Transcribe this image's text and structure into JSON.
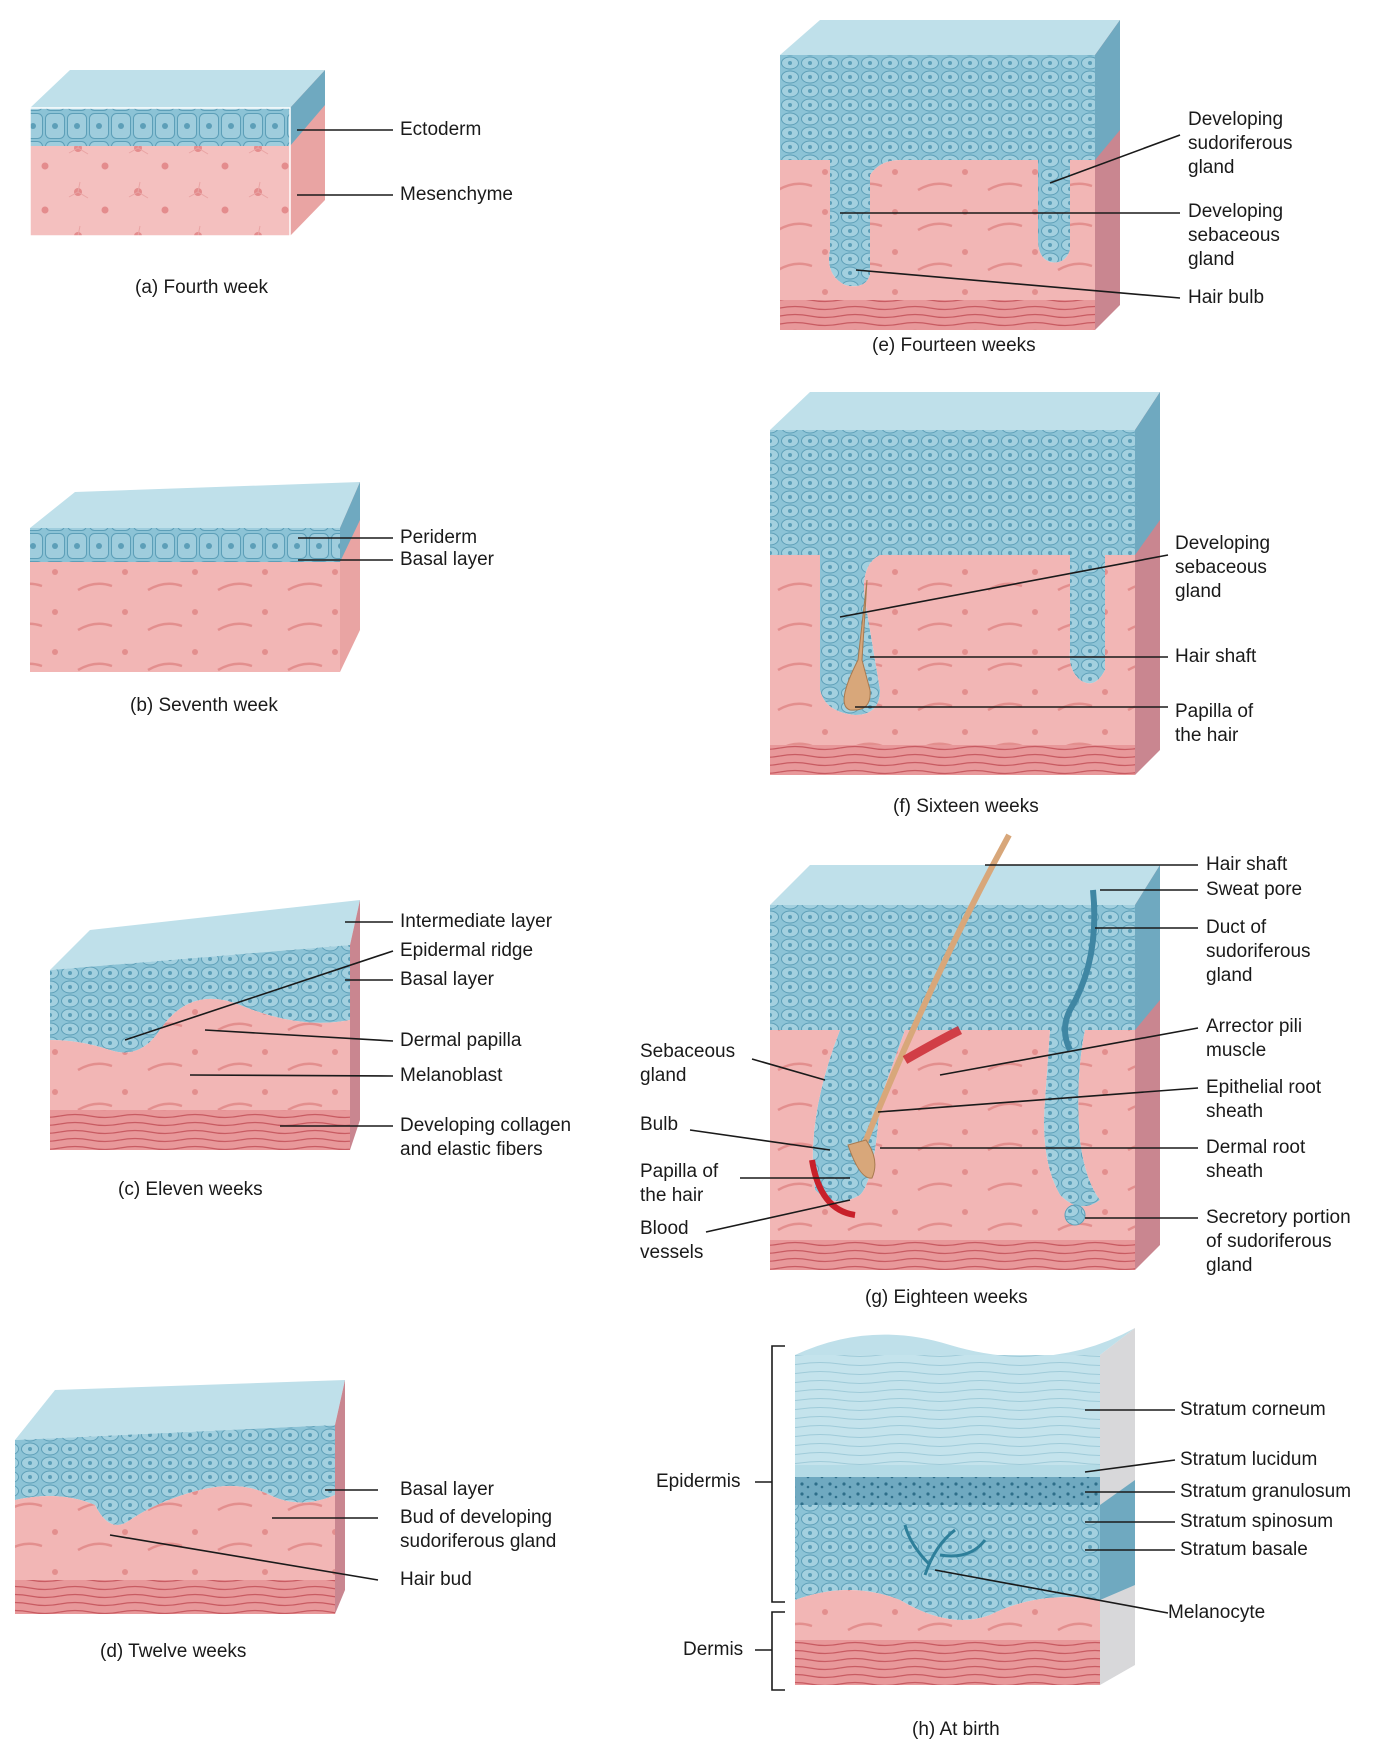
{
  "panels": {
    "a": {
      "caption": "(a)  Fourth week",
      "labels": {
        "ectoderm": "Ectoderm",
        "mesenchyme": "Mesenchyme"
      }
    },
    "b": {
      "caption": "(b)  Seventh week",
      "labels": {
        "periderm": "Periderm",
        "basal_layer": "Basal layer"
      }
    },
    "c": {
      "caption": "(c)  Eleven weeks",
      "labels": {
        "intermediate_layer": "Intermediate layer",
        "epidermal_ridge": "Epidermal ridge",
        "basal_layer": "Basal layer",
        "dermal_papilla": "Dermal papilla",
        "melanoblast": "Melanoblast",
        "collagen_1": "Developing collagen",
        "collagen_2": "and elastic fibers"
      }
    },
    "d": {
      "caption": "(d)  Twelve weeks",
      "labels": {
        "basal_layer": "Basal layer",
        "bud_1": "Bud of developing",
        "bud_2": "sudoriferous gland",
        "hair_bud": "Hair bud"
      }
    },
    "e": {
      "caption": "(e)  Fourteen weeks",
      "labels": {
        "sudoriferous_1": "Developing",
        "sudoriferous_2": "sudoriferous",
        "sudoriferous_3": "gland",
        "sebaceous_1": "Developing",
        "sebaceous_2": "sebaceous",
        "sebaceous_3": "gland",
        "hair_bulb": "Hair bulb"
      }
    },
    "f": {
      "caption": "(f)  Sixteen weeks",
      "labels": {
        "sebaceous_1": "Developing",
        "sebaceous_2": "sebaceous",
        "sebaceous_3": "gland",
        "hair_shaft": "Hair shaft",
        "papilla_1": "Papilla of",
        "papilla_2": "the hair"
      }
    },
    "g": {
      "caption": "(g)  Eighteen weeks",
      "labels": {
        "hair_shaft": "Hair shaft",
        "sweat_pore": "Sweat pore",
        "duct_1": "Duct of",
        "duct_2": "sudoriferous",
        "duct_3": "gland",
        "arrector_1": "Arrector pili",
        "arrector_2": "muscle",
        "epithelial_1": "Epithelial root",
        "epithelial_2": "sheath",
        "dermal_root_1": "Dermal root",
        "dermal_root_2": "sheath",
        "secretory_1": "Secretory portion",
        "secretory_2": "of sudoriferous",
        "secretory_3": "gland",
        "sebaceous_1": "Sebaceous",
        "sebaceous_2": "gland",
        "bulb": "Bulb",
        "papilla_1": "Papilla of",
        "papilla_2": "the hair",
        "blood_1": "Blood",
        "blood_2": "vessels"
      }
    },
    "h": {
      "caption": "(h)  At birth",
      "labels": {
        "corneum": "Stratum corneum",
        "lucidum": "Stratum lucidum",
        "granulosum": "Stratum granulosum",
        "spinosum": "Stratum spinosum",
        "basale": "Stratum basale",
        "melanocyte": "Melanocyte",
        "epidermis": "Epidermis",
        "dermis": "Dermis"
      }
    }
  },
  "colors": {
    "epidermis": "#8cc3d6",
    "epidermis_light": "#bfe0ea",
    "epidermis_dark": "#5d9fb8",
    "dermis": "#f2b6b5",
    "dermis_dark": "#e38f8e",
    "collagen": "#d9757a",
    "hair": "#d8a77a",
    "blood": "#c8202a",
    "leader": "#1a1a1a"
  }
}
